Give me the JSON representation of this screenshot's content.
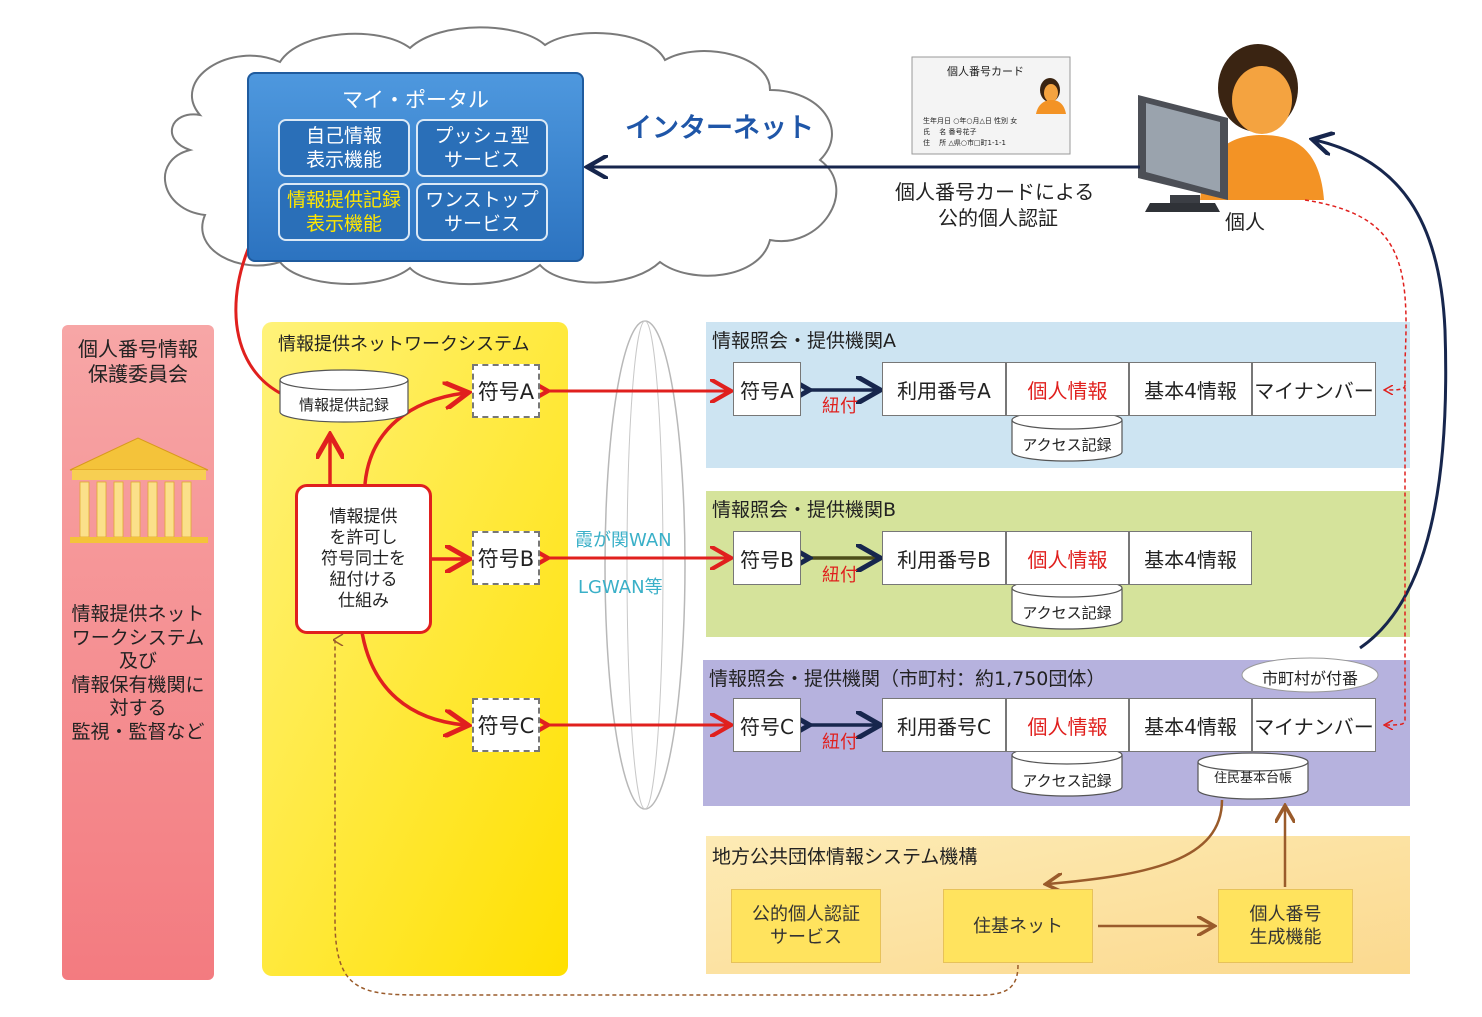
{
  "portal": {
    "title": "マイ・ポータル",
    "items": [
      {
        "line1": "自己情報",
        "line2": "表示機能"
      },
      {
        "line1": "プッシュ型",
        "line2": "サービス"
      },
      {
        "line1": "情報提供記録",
        "line2": "表示機能"
      },
      {
        "line1": "ワンストップ",
        "line2": "サービス"
      }
    ]
  },
  "internet_label": "インターネット",
  "card": {
    "title": "個人番号カード",
    "row1": "生年月日 ○年○月△日 性別 女",
    "row2": "氏　 名 番号花子",
    "row3": "住　 所 △県○市□町1-1-1"
  },
  "auth_label": {
    "line1": "個人番号カードによる",
    "line2": "公的個人認証"
  },
  "person_label": "個人",
  "committee": {
    "title_line1": "個人番号情報",
    "title_line2": "保護委員会",
    "desc": [
      "情報提供ネット",
      "ワークシステム",
      "及び",
      "情報保有機関に",
      "対する",
      "監視・監督など"
    ]
  },
  "network_system": {
    "title": "情報提供ネットワークシステム",
    "record_db": "情報提供記録",
    "mechanism": [
      "情報提供",
      "を許可し",
      "符号同士を",
      "紐付ける",
      "仕組み"
    ],
    "codes": [
      "符号A",
      "符号B",
      "符号C"
    ]
  },
  "wan_labels": {
    "line1": "霞が関WAN",
    "line2": "LGWAN等"
  },
  "agencies": [
    {
      "title": "情報照会・提供機関A",
      "code": "符号A",
      "link": "紐付",
      "use_number": "利用番号A",
      "personal": "個人情報",
      "basic4": "基本4情報",
      "mynumber": "マイナンバー",
      "access_log": "アクセス記録"
    },
    {
      "title": "情報照会・提供機関B",
      "code": "符号B",
      "link": "紐付",
      "use_number": "利用番号B",
      "personal": "個人情報",
      "basic4": "基本4情報",
      "access_log": "アクセス記録"
    },
    {
      "title": "情報照会・提供機関（市町村：約1,750団体）",
      "code": "符号C",
      "link": "紐付",
      "use_number": "利用番号C",
      "personal": "個人情報",
      "basic4": "基本4情報",
      "mynumber": "マイナンバー",
      "access_log": "アクセス記録",
      "resident_registry": "住民基本台帳"
    }
  ],
  "municipality_bubble": "市町村が付番",
  "jlis": {
    "title": "地方公共団体情報システム機構",
    "auth_service": {
      "line1": "公的個人認証",
      "line2": "サービス"
    },
    "juki_net": "住基ネット",
    "number_gen": {
      "line1": "個人番号",
      "line2": "生成機能"
    }
  },
  "colors": {
    "portal_blue": "#2f7fcf",
    "network_yellow": "#ffe600",
    "committee_pink": "#f68a8a",
    "agency_a": "#cfe5f3",
    "agency_b": "#d6e49a",
    "agency_c": "#b5b1dd",
    "jlis_orange": "#fde6a6",
    "red_arrow": "#e0201e",
    "navy_arrow": "#17264d"
  }
}
